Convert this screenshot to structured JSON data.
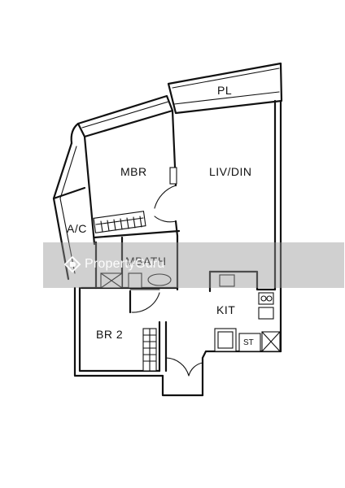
{
  "rooms": {
    "pl": "PL",
    "mbr": "MBR",
    "liv_din": "LIV/DIN",
    "ac": "A/C",
    "mbath": "MBATH",
    "kit": "KIT",
    "br2": "BR 2",
    "st": "ST"
  },
  "watermark": {
    "text": "PropertyGuru",
    "icon": "propertyguru-logo-icon"
  }
}
